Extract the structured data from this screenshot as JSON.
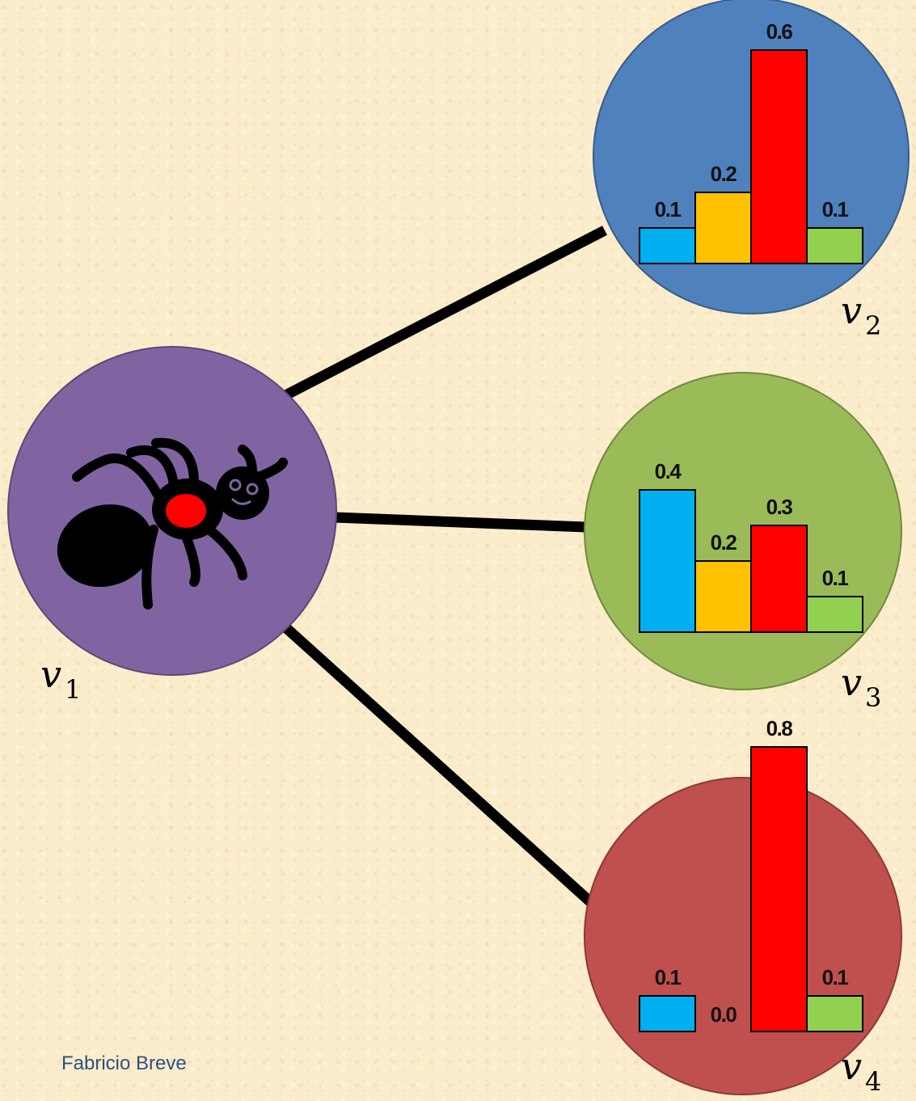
{
  "author": "Fabricio Breve",
  "colors": {
    "background": "#fbeccb",
    "edge": "#000000",
    "class_1": "#00b0f0",
    "class_2": "#ffc000",
    "class_3": "#ff0000",
    "class_4": "#92d050"
  },
  "nodes": [
    {
      "id": "v1",
      "base": "v",
      "sub": "1",
      "fill": "#8064a2",
      "content": "ant-icon"
    },
    {
      "id": "v2",
      "base": "v",
      "sub": "2",
      "fill": "#4f81bd"
    },
    {
      "id": "v3",
      "base": "v",
      "sub": "3",
      "fill": "#9bbb59"
    },
    {
      "id": "v4",
      "base": "v",
      "sub": "4",
      "fill": "#c0504d"
    }
  ],
  "edges": [
    {
      "from": "v1",
      "to": "v2"
    },
    {
      "from": "v1",
      "to": "v3"
    },
    {
      "from": "v1",
      "to": "v4"
    }
  ],
  "chart_data": [
    {
      "type": "bar",
      "node": "v2",
      "values": [
        0.1,
        0.2,
        0.6,
        0.1
      ],
      "labels": [
        "0.1",
        "0.2",
        "0.6",
        "0.1"
      ]
    },
    {
      "type": "bar",
      "node": "v3",
      "values": [
        0.4,
        0.2,
        0.3,
        0.1
      ],
      "labels": [
        "0.4",
        "0.2",
        "0.3",
        "0.1"
      ]
    },
    {
      "type": "bar",
      "node": "v4",
      "values": [
        0.1,
        0.0,
        0.8,
        0.1
      ],
      "labels": [
        "0.1",
        "0.0",
        "0.8",
        "0.1"
      ]
    }
  ]
}
